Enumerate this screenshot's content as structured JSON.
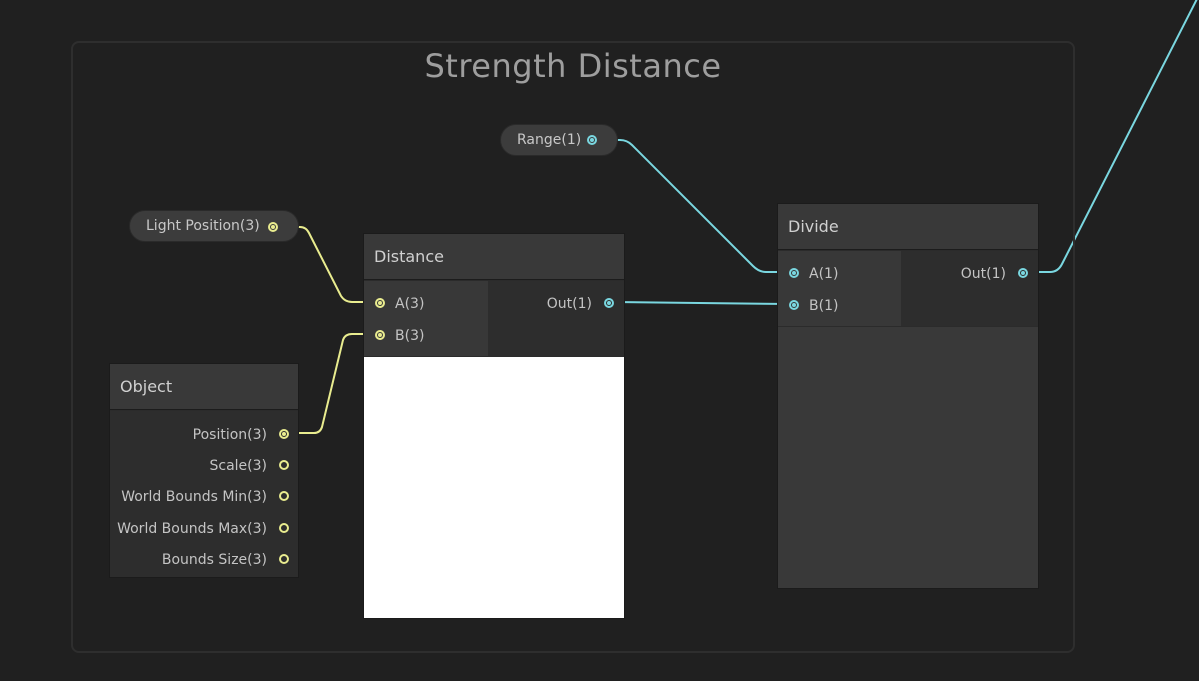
{
  "group": {
    "title": "Strength Distance"
  },
  "properties": {
    "range": "Range(1)",
    "light_position": "Light Position(3)"
  },
  "nodes": {
    "distance": {
      "title": "Distance",
      "inputs": [
        "A(3)",
        "B(3)"
      ],
      "output": "Out(1)"
    },
    "divide": {
      "title": "Divide",
      "inputs": [
        "A(1)",
        "B(1)"
      ],
      "output": "Out(1)"
    },
    "object": {
      "title": "Object",
      "outputs": [
        "Position(3)",
        "Scale(3)",
        "World Bounds Min(3)",
        "World Bounds Max(3)",
        "Bounds Size(3)"
      ]
    }
  },
  "colors": {
    "vector3_port": "#e9ec8f",
    "vector1_port": "#7ad7e0",
    "canvas_background": "#202020"
  }
}
